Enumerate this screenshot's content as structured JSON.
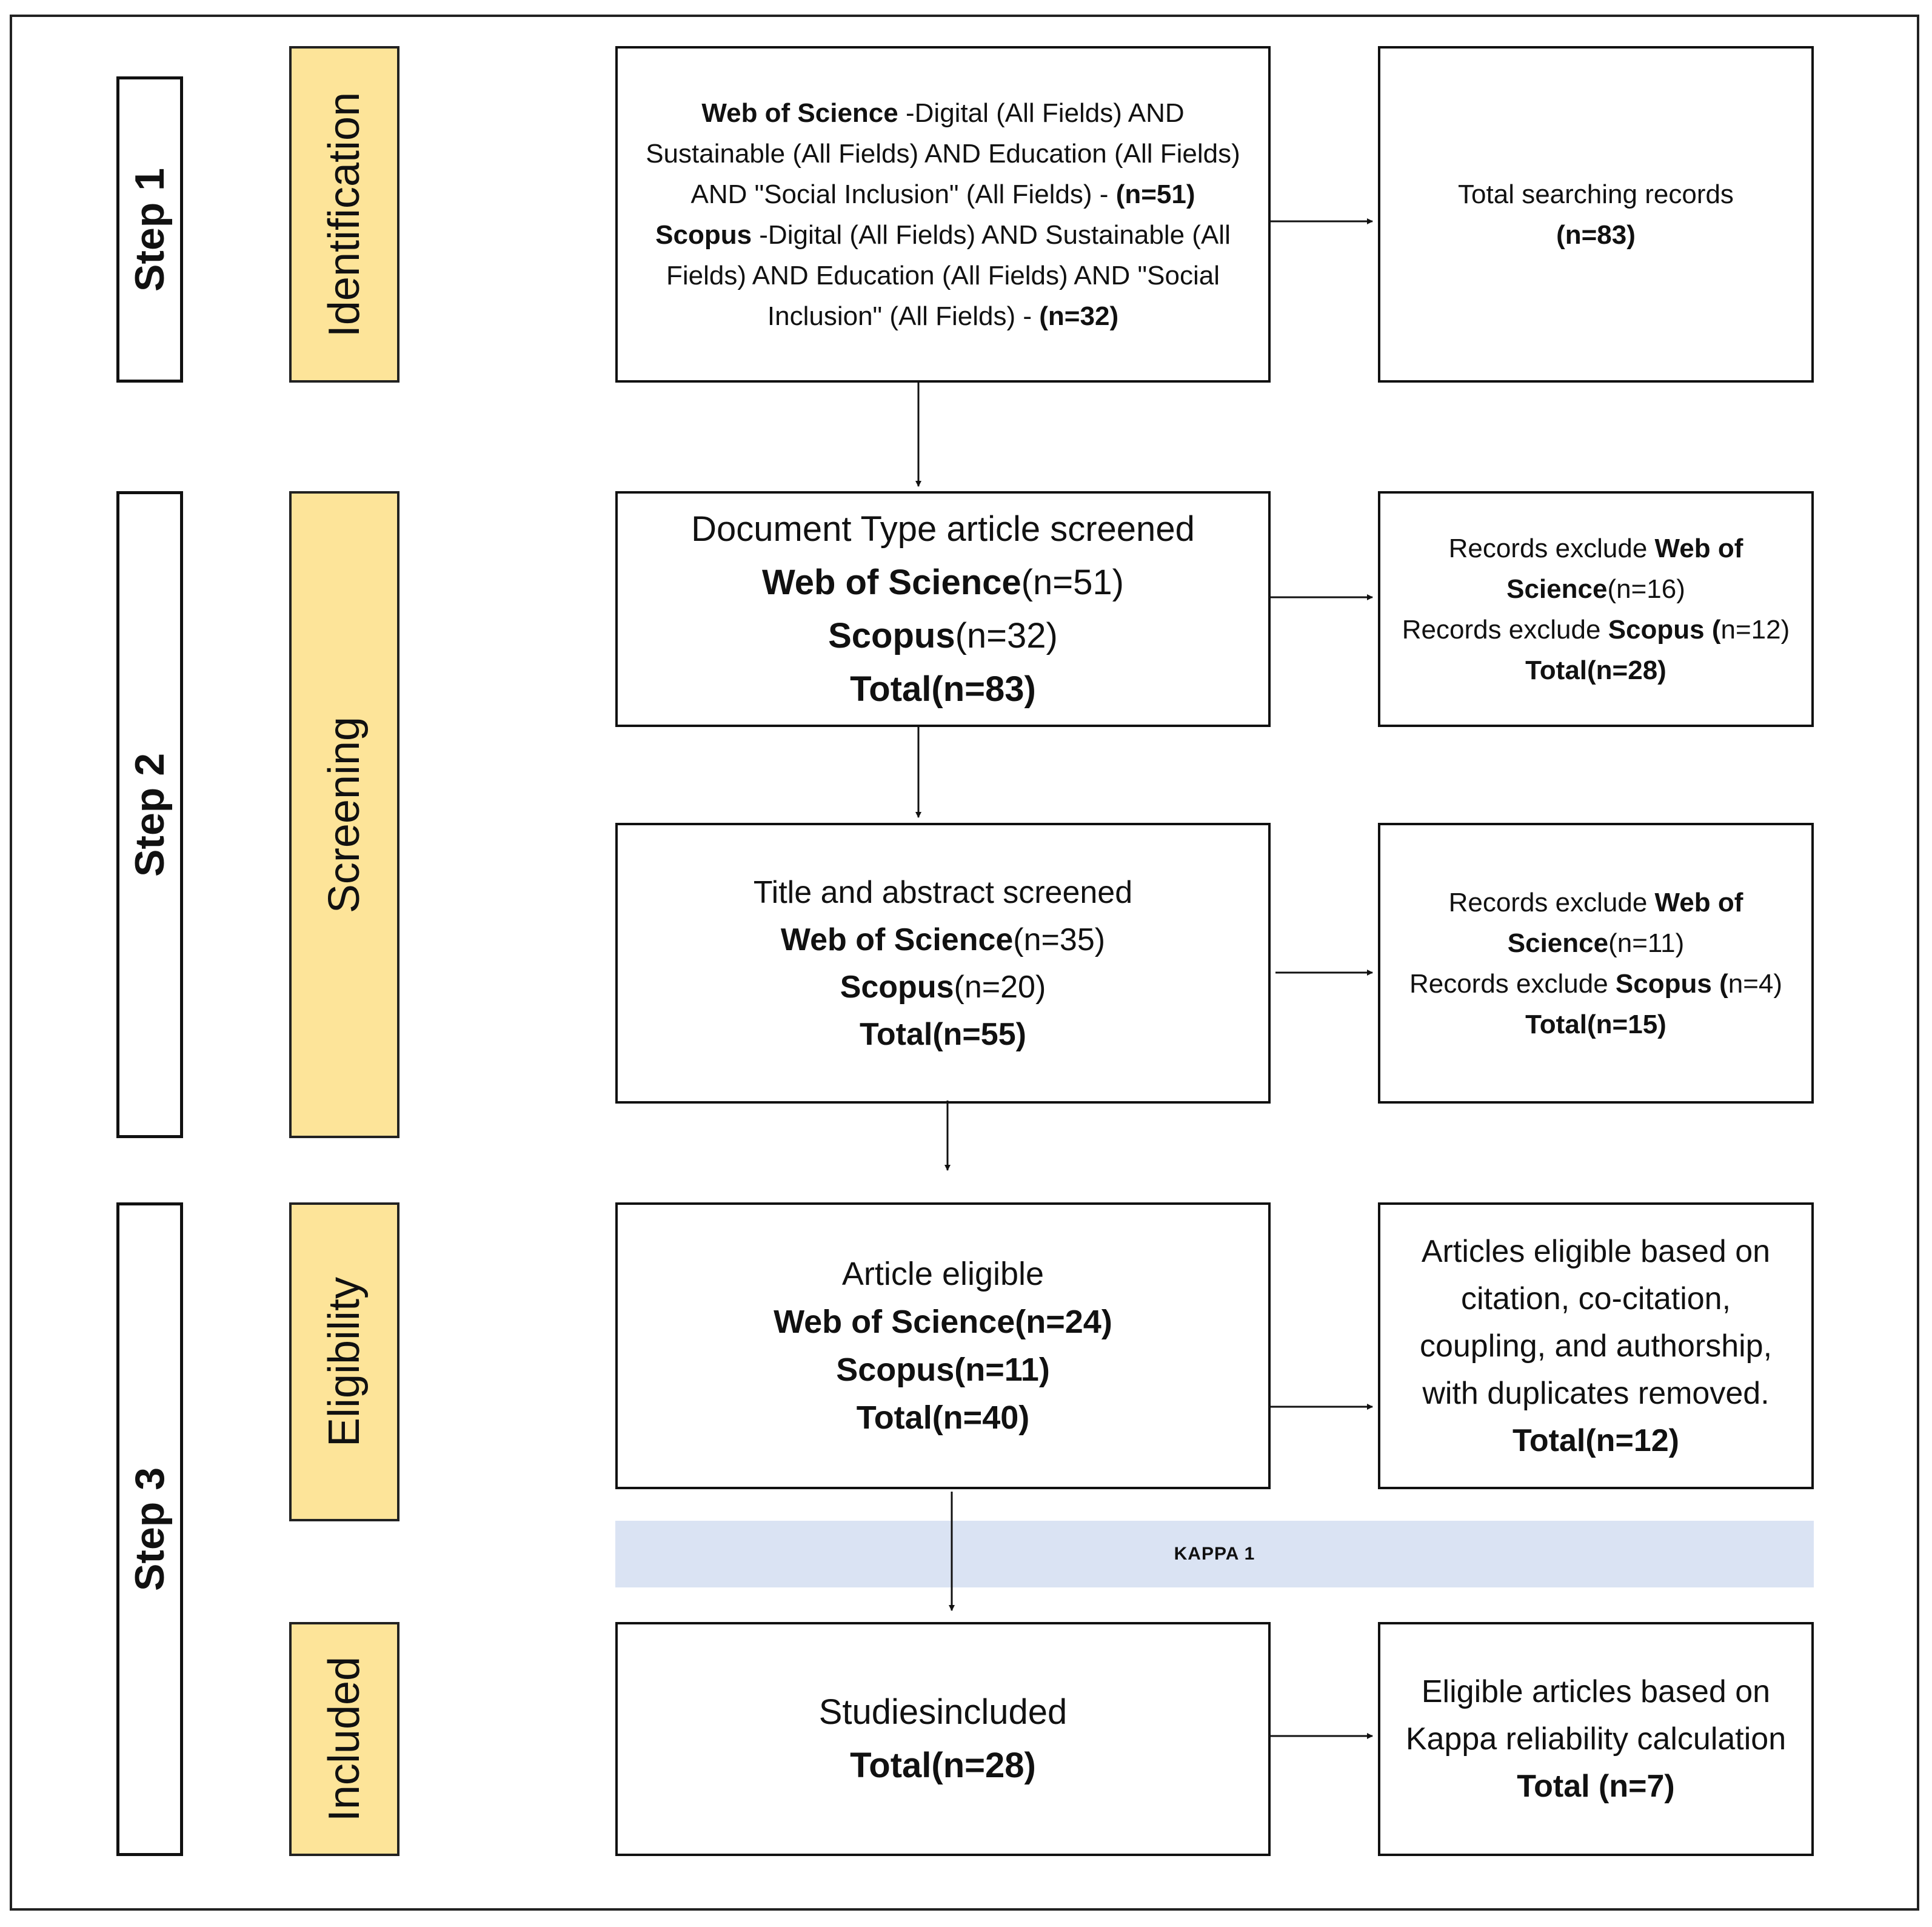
{
  "steps": {
    "step1": "Step 1",
    "step2": "Step 2",
    "step3": "Step 3"
  },
  "phases": {
    "identification": "Identification",
    "screening": "Screening",
    "eligibility": "Eligibility",
    "included": "Included"
  },
  "identification": {
    "search": {
      "wos_name": "Web of Science",
      "wos_query": " -Digital (All Fields) AND Sustainable (All Fields) AND Education (All Fields) AND \"Social Inclusion\" (All Fields) - ",
      "wos_count": "(n=51)",
      "scopus_name": "Scopus",
      "scopus_query": " -Digital (All Fields) AND Sustainable (All Fields) AND Education (All Fields) AND \"Social Inclusion\" (All Fields) - ",
      "scopus_count": "(n=32)"
    },
    "total": {
      "label": "Total searching records",
      "count": "(n=83)"
    }
  },
  "screening_doc": {
    "title": "Document Type article screened",
    "wos_name": "Web of Science",
    "wos_count": "(n=51)",
    "scopus_name": "Scopus",
    "scopus_count": "(n=32)",
    "total": "Total(n=83)"
  },
  "screening_doc_excluded": {
    "prefix": "Records exclude ",
    "wos_name": "Web of Science",
    "wos_count": "(n=16)",
    "scopus_name": "Scopus",
    "scopus_open": " (",
    "scopus_count": "n=12)",
    "total": "Total(n=28)"
  },
  "screening_title": {
    "title": "Title and abstract screened",
    "wos_name": "Web of Science",
    "wos_count": "(n=35)",
    "scopus_name": "Scopus",
    "scopus_count": "(n=20)",
    "total": "Total(n=55)"
  },
  "screening_title_excluded": {
    "prefix": "Records exclude ",
    "wos_name": "Web of Science",
    "wos_count": "(n=11)",
    "scopus_name": "Scopus",
    "scopus_open": " (",
    "scopus_count": "n=4)",
    "total": "Total(n=15)"
  },
  "eligibility": {
    "title": "Article eligible",
    "wos": "Web of Science(n=24)",
    "scopus": "Scopus(n=11)",
    "total": "Total(n=40)"
  },
  "eligibility_side": {
    "text": "Articles eligible based on citation, co-citation, coupling, and authorship, with duplicates removed.",
    "total": "Total(n=12)"
  },
  "kappa_label": "KAPPA 1",
  "included": {
    "title": "Studiesincluded",
    "total": "Total(n=28)"
  },
  "included_side": {
    "text": "Eligible articles based on Kappa reliability calculation",
    "total": "Total (n=7)"
  }
}
